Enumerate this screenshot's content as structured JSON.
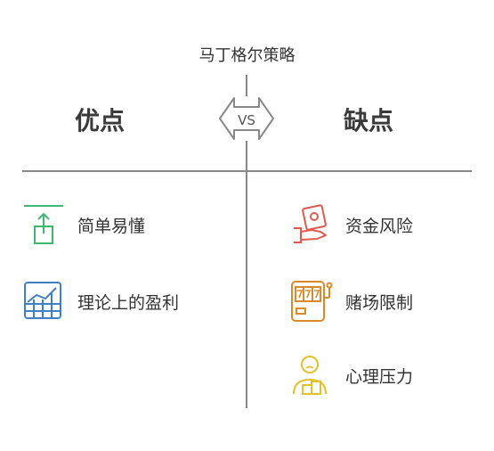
{
  "title": "马丁格尔策略",
  "vs_label": "VS",
  "pros": {
    "heading": "优点",
    "items": [
      {
        "label": "简单易懂",
        "icon": "arrow-up-icon",
        "color": "#3cb96e"
      },
      {
        "label": "理论上的盈利",
        "icon": "chart-table-icon",
        "color": "#3f7fc6"
      }
    ]
  },
  "cons": {
    "heading": "缺点",
    "items": [
      {
        "label": "资金风险",
        "icon": "money-hand-icon",
        "color": "#e05a50"
      },
      {
        "label": "赌场限制",
        "icon": "slot-machine-icon",
        "color": "#d98a2b"
      },
      {
        "label": "心理压力",
        "icon": "stressed-person-icon",
        "color": "#e2c22a"
      }
    ]
  },
  "colors": {
    "divider": "#888888",
    "text": "#333333"
  }
}
